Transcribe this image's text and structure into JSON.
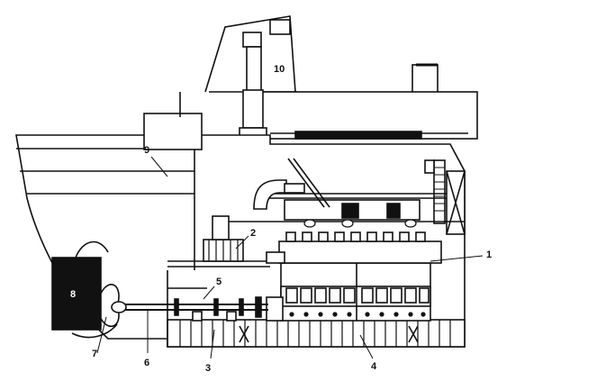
{
  "labels": {
    "l1": "1",
    "l2": "2",
    "l3": "3",
    "l4": "4",
    "l5": "5",
    "l6": "6",
    "l7": "7",
    "l8": "8",
    "l9": "9",
    "l10": "10"
  },
  "colors": {
    "ink": "#111111",
    "paper": "#ffffff",
    "shade": "#9a9a9a"
  }
}
